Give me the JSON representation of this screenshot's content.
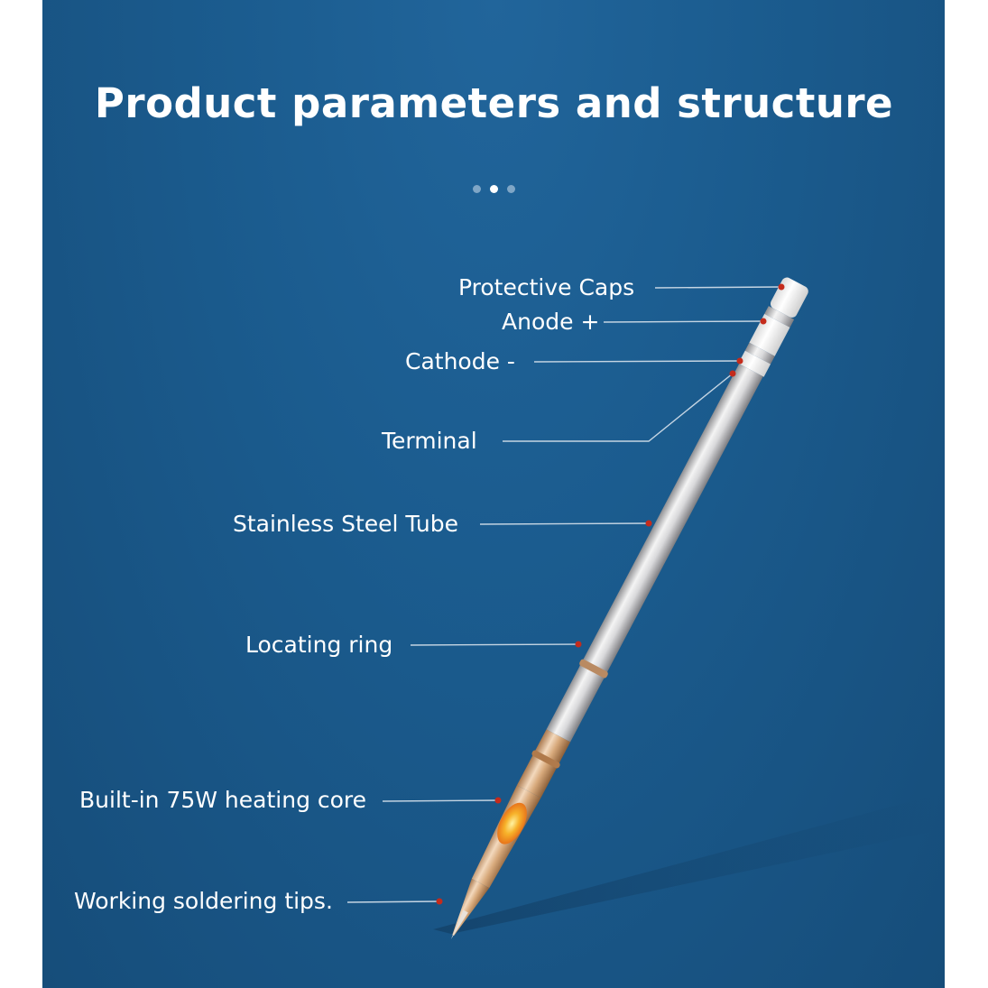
{
  "title": "Product parameters and structure",
  "carousel": {
    "active_index": 1,
    "count": 3
  },
  "labels": {
    "protective_caps": "Protective Caps",
    "anode": "Anode +",
    "cathode": "Cathode -",
    "terminal": "Terminal",
    "tube": "Stainless Steel Tube",
    "locating_ring": "Locating ring",
    "heating_core": "Built-in 75W heating core",
    "tips": "Working soldering tips."
  },
  "colors": {
    "background": "#1b5c8f",
    "marker": "#c42b1c",
    "core": "#f4a21e"
  }
}
